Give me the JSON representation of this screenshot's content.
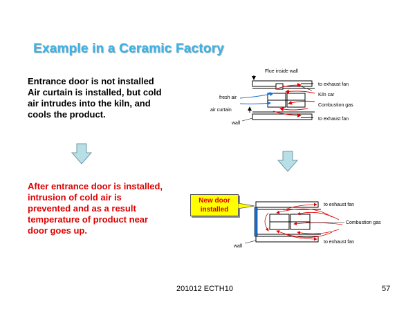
{
  "slide": {
    "title": "Example in a Ceramic Factory",
    "before_text": [
      "Entrance door is not installed",
      "Air curtain is installed, but cold",
      "air intrudes into the kiln, and",
      "cools the product."
    ],
    "after_text": [
      "After entrance door is installed,",
      "intrusion of cold air is",
      "prevented and as a result",
      "temperature of product near",
      "door goes up."
    ],
    "footer_left": "201012 ECTH10",
    "footer_right": "57"
  },
  "diagram_top": {
    "label_flue": "Flue inside wall",
    "label_exhaust_top": "to exhaust fan",
    "label_kiln_car": "Kiln car",
    "label_fresh_air": "fresh air",
    "label_combustion": "Combustion gas",
    "label_air_curtain": "air curtain",
    "label_wall": "wall",
    "label_exhaust_bottom": "to exhaust fan"
  },
  "diagram_bottom": {
    "callout_line1": "New door",
    "callout_line2": "installed",
    "label_exhaust_top": "to exhaust fan",
    "label_combustion": "Combustion gas",
    "label_wall": "wall",
    "label_exhaust_bottom": "to exhaust fan"
  },
  "colors": {
    "title": "#3bb3e6",
    "after_text": "#e00000",
    "arrow_fill": "#b9dfe6",
    "gas_arrows": "#e00000",
    "fresh_air": "#1a6fd0"
  }
}
